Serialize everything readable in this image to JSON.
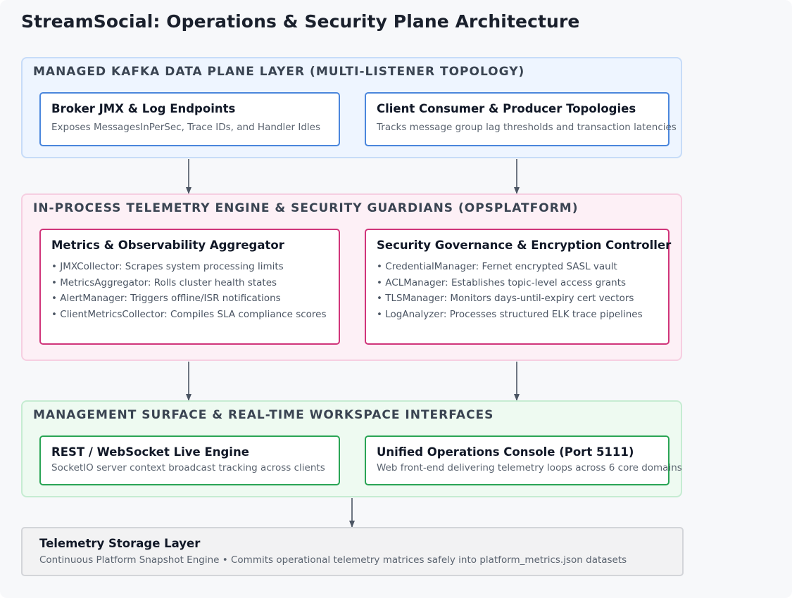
{
  "title": "StreamSocial: Operations & Security Plane Architecture",
  "layers": {
    "data_plane": {
      "title": "MANAGED KAFKA DATA PLANE LAYER (MULTI-LISTENER TOPOLOGY)",
      "color": "#4a86dc",
      "cards": [
        {
          "title": "Broker JMX & Log Endpoints",
          "subtitle": "Exposes MessagesInPerSec, Trace IDs, and Handler Idles"
        },
        {
          "title": "Client Consumer & Producer Topologies",
          "subtitle": "Tracks message group lag thresholds and transaction latencies"
        }
      ]
    },
    "telemetry": {
      "title": "IN-PROCESS TELEMETRY ENGINE & SECURITY GUARDIANS (OPSPLATFORM)",
      "color": "#d0357a",
      "cards": [
        {
          "title": "Metrics & Observability Aggregator",
          "items": [
            "JMXCollector: Scrapes system processing limits",
            "MetricsAggregator: Rolls cluster health states",
            "AlertManager: Triggers offline/ISR notifications",
            "ClientMetricsCollector: Compiles SLA compliance scores"
          ]
        },
        {
          "title": "Security Governance & Encryption Controller",
          "items": [
            "CredentialManager: Fernet encrypted SASL vault",
            "ACLManager: Establishes topic-level access grants",
            "TLSManager: Monitors days-until-expiry cert vectors",
            "LogAnalyzer: Processes structured ELK trace pipelines"
          ]
        }
      ]
    },
    "management": {
      "title": "MANAGEMENT SURFACE & REAL-TIME WORKSPACE INTERFACES",
      "color": "#2aa455",
      "cards": [
        {
          "title": "REST / WebSocket Live Engine",
          "subtitle": "SocketIO server context broadcast tracking across clients"
        },
        {
          "title": "Unified Operations Console (Port 5111)",
          "subtitle": "Web front-end delivering telemetry loops across 6 core domains"
        }
      ]
    }
  },
  "storage": {
    "title": "Telemetry Storage Layer",
    "subtitle": "Continuous Platform Snapshot Engine • Commits operational telemetry matrices safely into platform_metrics.json datasets"
  },
  "arrow_color": "#4b5563"
}
